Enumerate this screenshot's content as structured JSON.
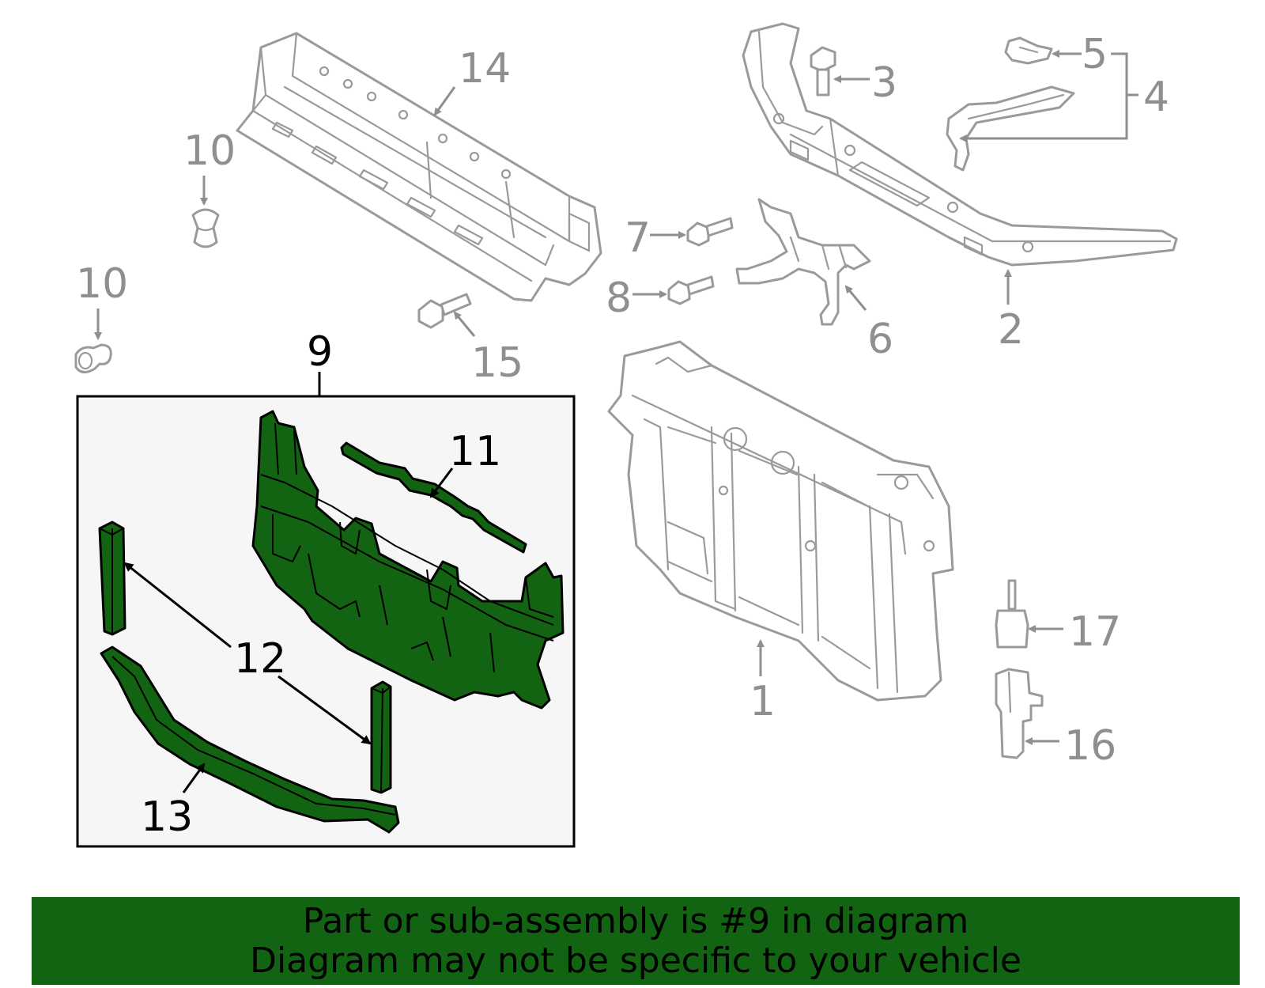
{
  "callouts": {
    "c1": "1",
    "c2": "2",
    "c3": "3",
    "c4": "4",
    "c5": "5",
    "c6": "6",
    "c7": "7",
    "c8": "8",
    "c9": "9",
    "c10a": "10",
    "c10b": "10",
    "c11": "11",
    "c12": "12",
    "c13": "13",
    "c14": "14",
    "c15": "15",
    "c16": "16",
    "c17": "17"
  },
  "colors": {
    "highlight": "#126312",
    "outline_gray": "#9a9a9a",
    "inset_background": "#f6f6f6"
  },
  "banner": {
    "line1": "Part or sub-assembly is #9 in diagram",
    "line2": "Diagram may not be specific to your vehicle"
  }
}
